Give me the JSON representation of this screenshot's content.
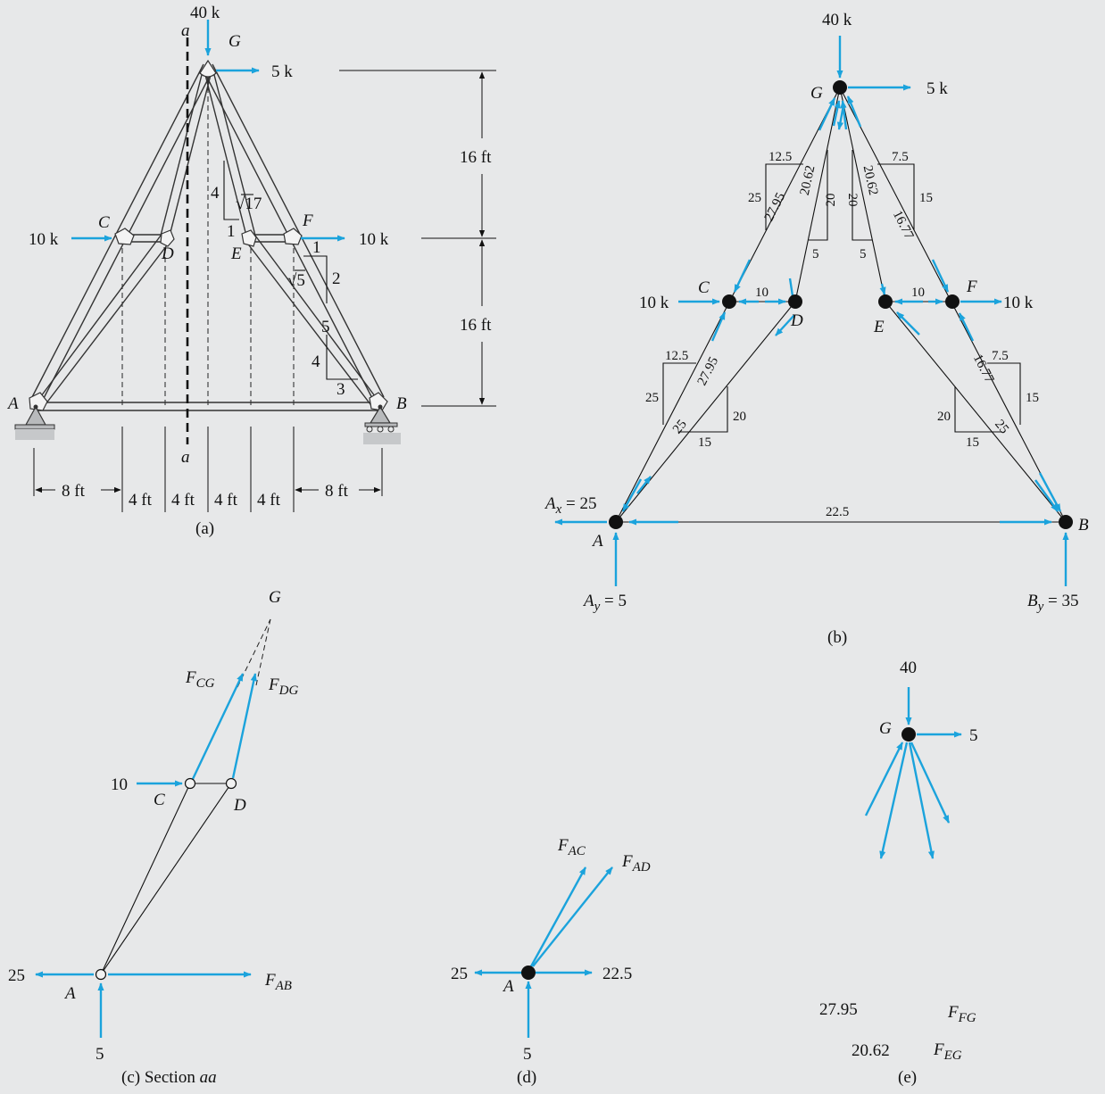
{
  "diagram_a": {
    "caption": "(a)",
    "joints": {
      "A": "A",
      "B": "B",
      "C": "C",
      "D": "D",
      "E": "E",
      "F": "F",
      "G": "G"
    },
    "section_letter": "a",
    "loads": {
      "G_vertical": "40 k",
      "G_horizontal": "5 k",
      "C_load": "10 k",
      "F_load": "10 k"
    },
    "heights": {
      "upper": "16 ft",
      "lower": "16 ft"
    },
    "spans": [
      "8 ft",
      "4 ft",
      "4 ft",
      "4 ft",
      "4 ft",
      "8 ft"
    ],
    "slope_inner": {
      "rise": "4",
      "run": "1",
      "hyp": "√17"
    },
    "slope_outer": {
      "rise": "2",
      "run": "1",
      "hyp": "√5"
    },
    "slope_chord": {
      "rise": "4",
      "run": "3",
      "hyp": "5"
    }
  },
  "diagram_b": {
    "caption": "(b)",
    "joints": {
      "A": "A",
      "B": "B",
      "C": "C",
      "D": "D",
      "E": "E",
      "F": "F",
      "G": "G"
    },
    "loads": {
      "G_vertical": "40 k",
      "G_horizontal": "5 k",
      "C_load": "10 k",
      "F_load": "10 k"
    },
    "reactions": {
      "Ax": "A",
      "Ax_sub": "x",
      "Ax_val": " = 25",
      "Ay": "A",
      "Ay_sub": "y",
      "Ay_val": " = 5",
      "By": "B",
      "By_sub": "y",
      "By_val": " = 35"
    },
    "member_forces": {
      "CG": "27.95",
      "DG": "20.62",
      "EG": "20.62",
      "FG": "16.77",
      "AC": "27.95",
      "AD": "25",
      "BE": "25",
      "BF": "16.77",
      "CD": "10",
      "EF": "10",
      "AB": "22.5"
    },
    "component_labels": {
      "CG_h": "12.5",
      "CG_v": "25",
      "DG_v": "20",
      "DG_h": "5",
      "EG_v": "20",
      "EG_h": "5",
      "FG_h": "7.5",
      "FG_v": "15",
      "AC_h": "12.5",
      "AC_v": "25",
      "AD_v": "20",
      "AD_h": "15",
      "BE_v": "20",
      "BE_h": "15",
      "BF_h": "7.5",
      "BF_v": "15"
    }
  },
  "diagram_c": {
    "caption_prefix": "(c) Section ",
    "caption_italic": "aa",
    "labels": {
      "G": "G",
      "C": "C",
      "D": "D",
      "A": "A"
    },
    "forces": {
      "CG": "F",
      "CG_sub": "CG",
      "DG": "F",
      "DG_sub": "DG",
      "AB": "F",
      "AB_sub": "AB"
    },
    "values": {
      "load_C": "10",
      "Ax": "25",
      "Ay": "5"
    }
  },
  "diagram_d": {
    "caption": "(d)",
    "labels": {
      "A": "A"
    },
    "forces": {
      "AC": "F",
      "AC_sub": "AC",
      "AD": "F",
      "AD_sub": "AD"
    },
    "values": {
      "left": "25",
      "right": "22.5",
      "up": "5"
    }
  },
  "diagram_e": {
    "caption": "(e)",
    "labels": {
      "G": "G"
    },
    "forces": {
      "FG": "F",
      "FG_sub": "FG",
      "EG": "F",
      "EG_sub": "EG"
    },
    "values": {
      "top": "40",
      "right": "5",
      "CG": "27.95",
      "DG": "20.62"
    }
  }
}
